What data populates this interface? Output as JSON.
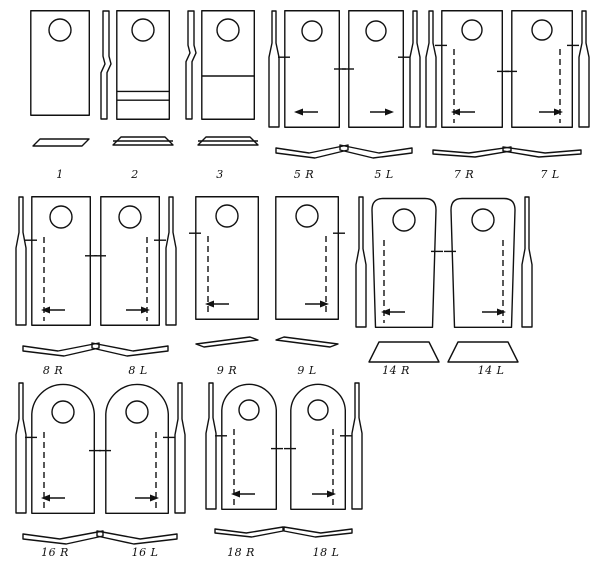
{
  "figure": {
    "background": "#ffffff",
    "ink": "#111111",
    "description": "Mower blade type line drawings: front view with hole, optional edge-view strip, cross-section profile below, and type label",
    "rows": [
      {
        "items": [
          {
            "name": "1",
            "label": "1",
            "strip": null,
            "blade": {
              "w": 60,
              "h": 106,
              "top": "square",
              "holeCy": 20,
              "holeR": 11
            },
            "hlines": [],
            "dashed": null,
            "ticks": [],
            "arrow": null,
            "profile": "flat",
            "profileGap": 22
          },
          {
            "name": "2",
            "label": "2",
            "strip": {
              "side": "left",
              "style": "sbend"
            },
            "blade": {
              "w": 54,
              "h": 110,
              "top": "square",
              "holeCy": 20,
              "holeR": 11
            },
            "hlines": [
              0.74,
              0.82
            ],
            "dashed": null,
            "ticks": [],
            "arrow": null,
            "profile": "channel",
            "profileGap": 16
          },
          {
            "name": "3",
            "label": "3",
            "strip": {
              "side": "left",
              "style": "sbend2"
            },
            "blade": {
              "w": 54,
              "h": 110,
              "top": "square",
              "holeCy": 20,
              "holeR": 11
            },
            "hlines": [
              0.6
            ],
            "dashed": null,
            "ticks": [],
            "arrow": null,
            "profile": "channel",
            "profileGap": 16
          },
          {
            "name": "5r",
            "label": "5 R",
            "strip": {
              "side": "left",
              "style": "taper"
            },
            "blade": {
              "w": 56,
              "h": 118,
              "top": "square",
              "holeCy": 21,
              "holeR": 10
            },
            "hlines": [],
            "dashed": null,
            "ticks": [
              {
                "edge": "left",
                "y": 0.4
              },
              {
                "edge": "right",
                "y": 0.5
              }
            ],
            "arrow": "left",
            "profile": "twist",
            "profileGap": 16
          },
          {
            "name": "5l",
            "label": "5 L",
            "strip": {
              "side": "right",
              "style": "taper"
            },
            "blade": {
              "w": 56,
              "h": 118,
              "top": "square",
              "holeCy": 21,
              "holeR": 10
            },
            "hlines": [],
            "dashed": null,
            "ticks": [
              {
                "edge": "right",
                "y": 0.4
              },
              {
                "edge": "left",
                "y": 0.5
              }
            ],
            "arrow": "right",
            "profile": "twist",
            "profileGap": 16
          },
          {
            "name": "7r",
            "label": "7 R",
            "strip": {
              "side": "left",
              "style": "taper"
            },
            "blade": {
              "w": 62,
              "h": 118,
              "top": "square",
              "holeCy": 20,
              "holeR": 10
            },
            "hlines": [],
            "dashed": "left",
            "ticks": [
              {
                "edge": "left",
                "y": 0.3
              },
              {
                "edge": "right",
                "y": 0.52
              }
            ],
            "arrow": "left",
            "profile": "twistFlat",
            "profileGap": 16
          },
          {
            "name": "7l",
            "label": "7 L",
            "strip": {
              "side": "right",
              "style": "taper"
            },
            "blade": {
              "w": 62,
              "h": 118,
              "top": "square",
              "holeCy": 20,
              "holeR": 10
            },
            "hlines": [],
            "dashed": "right",
            "ticks": [
              {
                "edge": "right",
                "y": 0.3
              },
              {
                "edge": "left",
                "y": 0.52
              }
            ],
            "arrow": "right",
            "profile": "twistFlat",
            "profileGap": 16
          }
        ]
      },
      {
        "items": [
          {
            "name": "8r",
            "label": "8 R",
            "strip": {
              "side": "left",
              "style": "taper"
            },
            "blade": {
              "w": 60,
              "h": 130,
              "top": "square",
              "holeCy": 21,
              "holeR": 11
            },
            "hlines": [],
            "dashed": "left",
            "ticks": [
              {
                "edge": "left",
                "y": 0.34
              },
              {
                "edge": "right",
                "y": 0.46
              }
            ],
            "arrow": "left",
            "profile": "twist",
            "profileGap": 16
          },
          {
            "name": "8l",
            "label": "8 L",
            "strip": {
              "side": "right",
              "style": "taper"
            },
            "blade": {
              "w": 60,
              "h": 130,
              "top": "square",
              "holeCy": 21,
              "holeR": 11
            },
            "hlines": [],
            "dashed": "right",
            "ticks": [
              {
                "edge": "right",
                "y": 0.34
              },
              {
                "edge": "left",
                "y": 0.46
              }
            ],
            "arrow": "right",
            "profile": "twist",
            "profileGap": 16
          },
          {
            "name": "9r",
            "label": "9 R",
            "strip": null,
            "blade": {
              "w": 64,
              "h": 124,
              "top": "square",
              "holeCy": 20,
              "holeR": 11
            },
            "hlines": [],
            "dashed": "left",
            "ticks": [
              {
                "edge": "left",
                "y": 0.3
              }
            ],
            "arrow": "left",
            "profile": "flatThin",
            "profileGap": 16
          },
          {
            "name": "9l",
            "label": "9 L",
            "strip": null,
            "blade": {
              "w": 64,
              "h": 124,
              "top": "square",
              "holeCy": 20,
              "holeR": 11
            },
            "hlines": [],
            "dashed": "right",
            "ticks": [
              {
                "edge": "right",
                "y": 0.3
              }
            ],
            "arrow": "right",
            "profile": "flatThin",
            "profileGap": 16
          },
          {
            "name": "14r",
            "label": "14 R",
            "strip": {
              "side": "left",
              "style": "longTaper"
            },
            "blade": {
              "w": 66,
              "h": 132,
              "top": "taper",
              "holeCy": 24,
              "holeR": 11
            },
            "hlines": [],
            "dashed": "left",
            "ticks": [
              {
                "edge": "right",
                "y": 0.42
              }
            ],
            "arrow": "left",
            "profile": "plate",
            "profileGap": 14
          },
          {
            "name": "14l",
            "label": "14 L",
            "strip": {
              "side": "right",
              "style": "longTaper"
            },
            "blade": {
              "w": 66,
              "h": 132,
              "top": "taper",
              "holeCy": 24,
              "holeR": 11
            },
            "hlines": [],
            "dashed": "right",
            "ticks": [
              {
                "edge": "left",
                "y": 0.42
              }
            ],
            "arrow": "right",
            "profile": "plate",
            "profileGap": 14
          }
        ]
      },
      {
        "items": [
          {
            "name": "16r",
            "label": "16 R",
            "strip": {
              "side": "left",
              "style": "sbendLong"
            },
            "blade": {
              "w": 64,
              "h": 132,
              "top": "arch",
              "holeCy": 30,
              "holeR": 11
            },
            "hlines": [],
            "dashed": "left",
            "ticks": [
              {
                "edge": "left",
                "y": 0.42
              },
              {
                "edge": "right",
                "y": 0.52
              }
            ],
            "arrow": "left",
            "profile": "twist",
            "profileGap": 16
          },
          {
            "name": "16l",
            "label": "16 L",
            "strip": {
              "side": "right",
              "style": "sbendLong"
            },
            "blade": {
              "w": 64,
              "h": 132,
              "top": "arch",
              "holeCy": 30,
              "holeR": 11
            },
            "hlines": [],
            "dashed": "right",
            "ticks": [
              {
                "edge": "right",
                "y": 0.42
              },
              {
                "edge": "left",
                "y": 0.52
              }
            ],
            "arrow": "right",
            "profile": "twist",
            "profileGap": 16
          },
          {
            "name": "18r",
            "label": "18 R",
            "strip": {
              "side": "left",
              "style": "taper"
            },
            "blade": {
              "w": 56,
              "h": 128,
              "top": "arch",
              "holeCy": 28,
              "holeR": 10
            },
            "hlines": [],
            "dashed": "left",
            "ticks": [
              {
                "edge": "left",
                "y": 0.42
              },
              {
                "edge": "right",
                "y": 0.52
              }
            ],
            "arrow": "left",
            "profile": "twistThin",
            "profileGap": 16
          },
          {
            "name": "18l",
            "label": "18 L",
            "strip": {
              "side": "right",
              "style": "taper"
            },
            "blade": {
              "w": 56,
              "h": 128,
              "top": "arch",
              "holeCy": 28,
              "holeR": 10
            },
            "hlines": [],
            "dashed": "right",
            "ticks": [
              {
                "edge": "right",
                "y": 0.42
              },
              {
                "edge": "left",
                "y": 0.52
              }
            ],
            "arrow": "right",
            "profile": "twistThin",
            "profileGap": 16
          }
        ]
      }
    ]
  }
}
